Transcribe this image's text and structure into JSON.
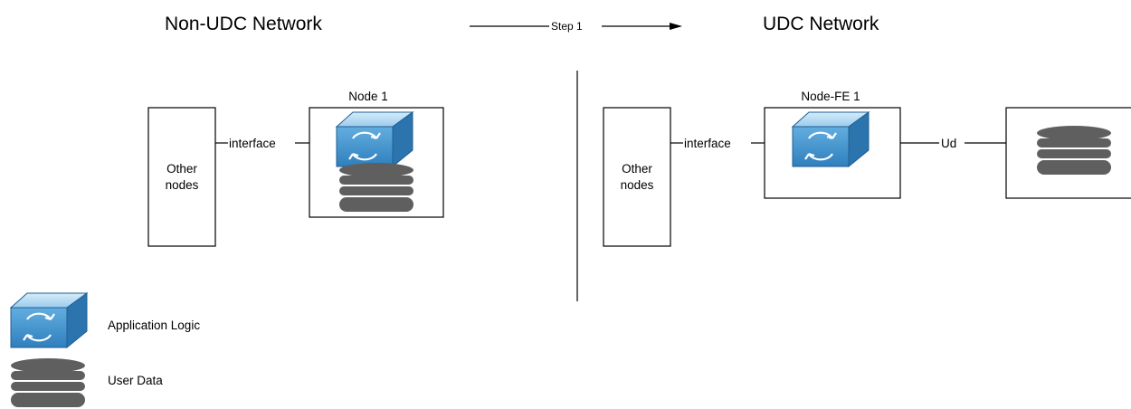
{
  "titles": {
    "left": "Non-UDC Network",
    "right": "UDC Network"
  },
  "step": {
    "label": "Step 1"
  },
  "left": {
    "other_nodes_line1": "Other",
    "other_nodes_line2": "nodes",
    "interface_label": "interface",
    "node_label": "Node 1"
  },
  "right": {
    "other_nodes_line1": "Other",
    "other_nodes_line2": "nodes",
    "interface_label": "interface",
    "node_label": "Node-FE 1",
    "ud_label": "Ud"
  },
  "legend": {
    "app_logic": "Application Logic",
    "user_data": "User Data"
  },
  "colors": {
    "app_logic_front": "#3b8fc9",
    "app_logic_top": "#a9d3ef",
    "app_logic_side": "#2a74ad",
    "user_data": "#5f5f5f",
    "arrow": "#000000"
  },
  "icons": {
    "app_logic": "app-logic-icon",
    "user_data": "database-icon"
  }
}
